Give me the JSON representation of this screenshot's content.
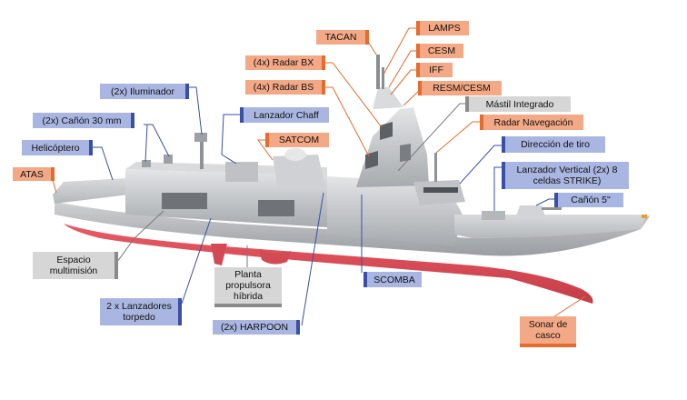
{
  "labels": {
    "tacan": "TACAN",
    "lamps": "LAMPS",
    "cesm": "CESM",
    "radar_bx": "(4x) Radar BX",
    "iff": "IFF",
    "radar_bs": "(4x) Radar BS",
    "resm_cesm": "RESM/CESM",
    "iluminador": "(2x) Iluminador",
    "mastil": "Mástil Integrado",
    "chaff": "Lanzador Chaff",
    "radar_nav": "Radar Navegación",
    "canon30": "(2x) Cañón 30 mm",
    "satcom": "SATCOM",
    "direccion_tiro": "Dirección de tiro",
    "helicoptero": "Helicóptero",
    "lanzador_vertical": "Lanzador Vertical (2x) 8 celdas STRIKE)",
    "atas": "ATAS",
    "canon5": "Cañón 5\"",
    "espacio": "Espacio multimisión",
    "planta": "Planta propulsora híbrida",
    "scomba": "SCOMBA",
    "torpedo": "2 x Lanzadores torpedo",
    "harpoon": "(2x) HARPOON",
    "sonar": "Sonar de casco"
  },
  "ship": {
    "hull_number": "",
    "name_on_hull": "",
    "colors": {
      "superstructure": "#c7c9cc",
      "hull_gray": "#b9bbbe",
      "hull_red": "#e8505a",
      "dark_window": "#6f7276",
      "label_blue": "#a9b6e1",
      "label_orange": "#f4a986",
      "label_gray": "#d6d6d6"
    }
  }
}
